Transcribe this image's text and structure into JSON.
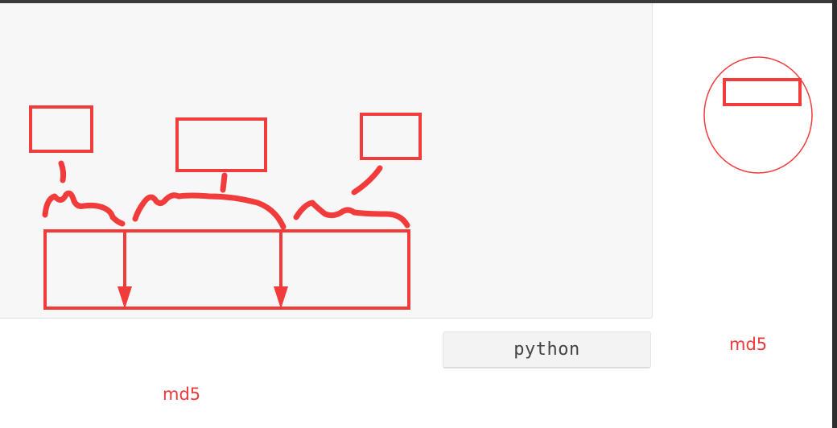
{
  "sketch": {
    "stroke_color": "#f23b3b"
  },
  "code_block": {
    "language_label": "python"
  },
  "annotations": {
    "left_label": "md5",
    "right_label": "md5"
  },
  "colors": {
    "panel_background": "#f7f7f7",
    "annotation_red": "#f03838",
    "badge_text": "#444444"
  }
}
